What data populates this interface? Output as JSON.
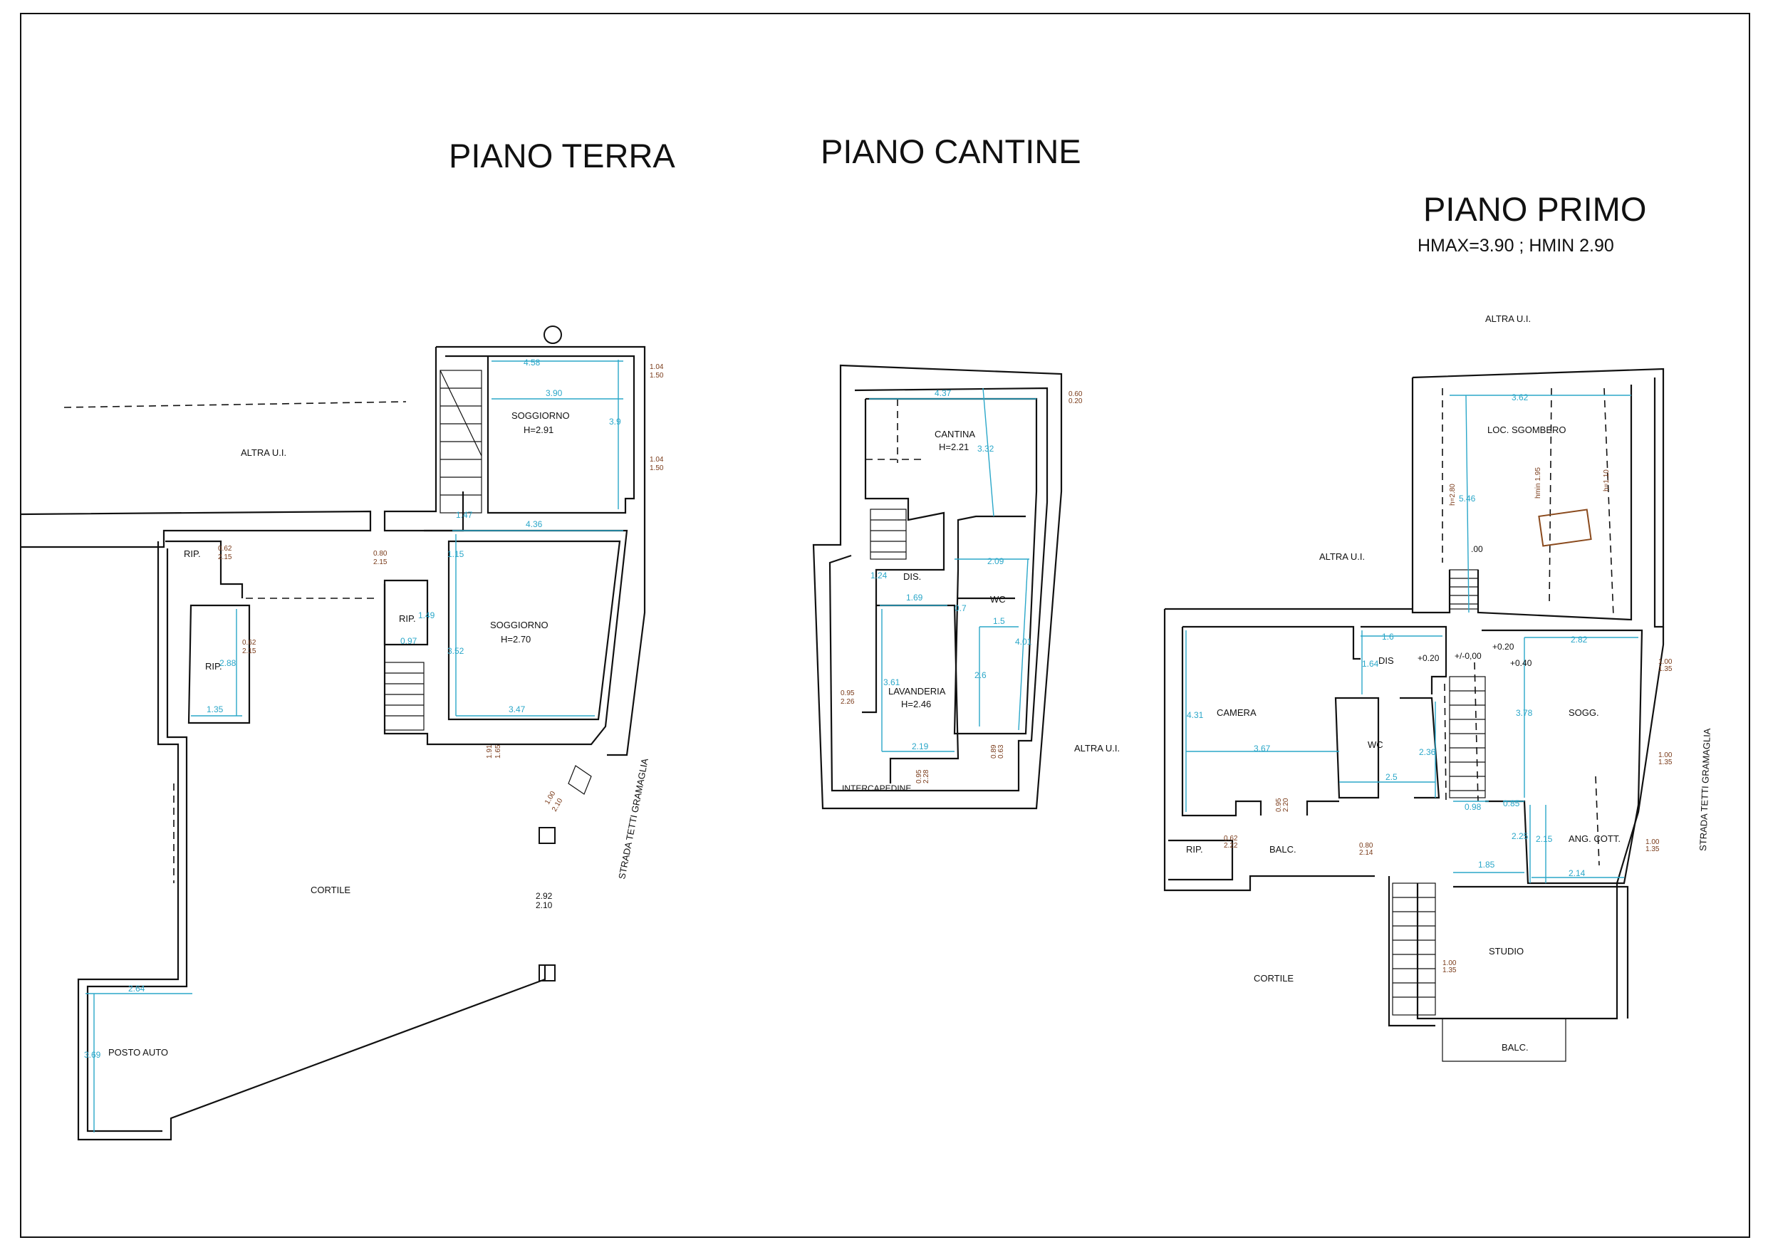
{
  "titles": {
    "piano_terra": "PIANO TERRA",
    "piano_cantine": "PIANO CANTINE",
    "piano_primo": "PIANO PRIMO",
    "piano_primo_heights": "HMAX=3.90 ; HMIN 2.90"
  },
  "terra": {
    "altra_ui": "ALTRA U.I.",
    "soggiorno_1": "SOGGIORNO",
    "soggiorno_1_h": "H=2.91",
    "soggiorno_2": "SOGGIORNO",
    "soggiorno_2_h": "H=2.70",
    "rip_1": "RIP.",
    "rip_2": "RIP.",
    "rip_3": "RIP.",
    "cortile": "CORTILE",
    "posto_auto": "POSTO AUTO",
    "strada": "STRADA TETTI GRAMAGLIA",
    "d_458": "4.58",
    "d_390": "3.90",
    "d_39": "3.9",
    "d_436": "4.36",
    "d_115": "1.15",
    "d_347": "3.47",
    "d_352": "3.52",
    "d_149": "1.49",
    "d_097": "0.97",
    "d_135": "1.35",
    "d_288": "2.88",
    "d_264": "2.64",
    "d_369": "3.69",
    "d_147": "1.47",
    "h_104a": "1.04",
    "h_150a": "1.50",
    "h_104b": "1.04",
    "h_150b": "1.50",
    "h_062a": "0.62",
    "h_215a": "2.15",
    "h_080": "0.80",
    "h_215b": "2.15",
    "h_062b": "0.62",
    "h_215c": "2.15",
    "h_191": "1.91",
    "h_165": "1.65",
    "h_100": "1.00",
    "h_210": "2.10",
    "h_292": "2.92",
    "h_210b": "2.10"
  },
  "cantine": {
    "cantina": "CANTINA",
    "cantina_h": "H=2.21",
    "dis": "DIS.",
    "wc": "WC",
    "lavanderia": "LAVANDERIA",
    "lavanderia_h": "H=2.46",
    "intercapedine": "INTERCAPEDINE",
    "altra_ui": "ALTRA U.I.",
    "d_437": "4.37",
    "d_332": "3.32",
    "d_209": "2.09",
    "d_124": "1.24",
    "d_169": "1.69",
    "d_07": "0.7",
    "d_15": "1.5",
    "d_401": "4.01",
    "d_26": "2.6",
    "d_361": "3.61",
    "d_219": "2.19",
    "h_060": "0.60",
    "h_020": "0.20",
    "h_095a": "0.95",
    "h_226": "2.26",
    "h_095b": "0.95",
    "h_228": "2.28",
    "h_089": "0.89",
    "h_063": "0.63"
  },
  "primo": {
    "altra_ui_top": "ALTRA U.I.",
    "altra_ui_left": "ALTRA U.I.",
    "loc_sgombero": "LOC. SGOMBERO",
    "camera": "CAMERA",
    "dis": "DIS",
    "wc": "WC",
    "sogg": "SOGG.",
    "ang_cott": "ANG. COTT.",
    "rip": "RIP.",
    "balc_1": "BALC.",
    "balc_2": "BALC.",
    "studio": "STUDIO",
    "cortile": "CORTILE",
    "strada": "STRADA TETTI GRAMAGLIA",
    "d_362": "3.62",
    "d_546": "5.46",
    "h_280": "h=2.80",
    "h_195": "hmin 1.95",
    "h_110": "h=1.10",
    "d_16": "1.6",
    "d_164": "1.64",
    "d_431": "4.31",
    "d_367": "3.67",
    "d_236": "2.36",
    "d_25": "2.5",
    "d_282": "2.82",
    "d_378": "3.78",
    "d_098": "0.98",
    "d_085": "0.85",
    "d_225": "2.25",
    "d_215": "2.15",
    "d_185": "1.85",
    "d_214": "2.14",
    "lv_020a": "+0.20",
    "lv_000": "+/-0,00",
    "lv_020b": "+0.20",
    "lv_040": "+0.40",
    "lv_00": ".00",
    "h_100a": "1.00",
    "h_135a": "1.35",
    "h_100b": "1.00",
    "h_135b": "1.35",
    "h_100c": "1.00",
    "h_135c": "1.35",
    "h_062": "0.62",
    "h_222": "2.22",
    "h_080": "0.80",
    "h_214": "2.14",
    "h_095": "0.95",
    "h_220": "2.20",
    "h_100d": "1.00",
    "h_135d": "1.35"
  }
}
